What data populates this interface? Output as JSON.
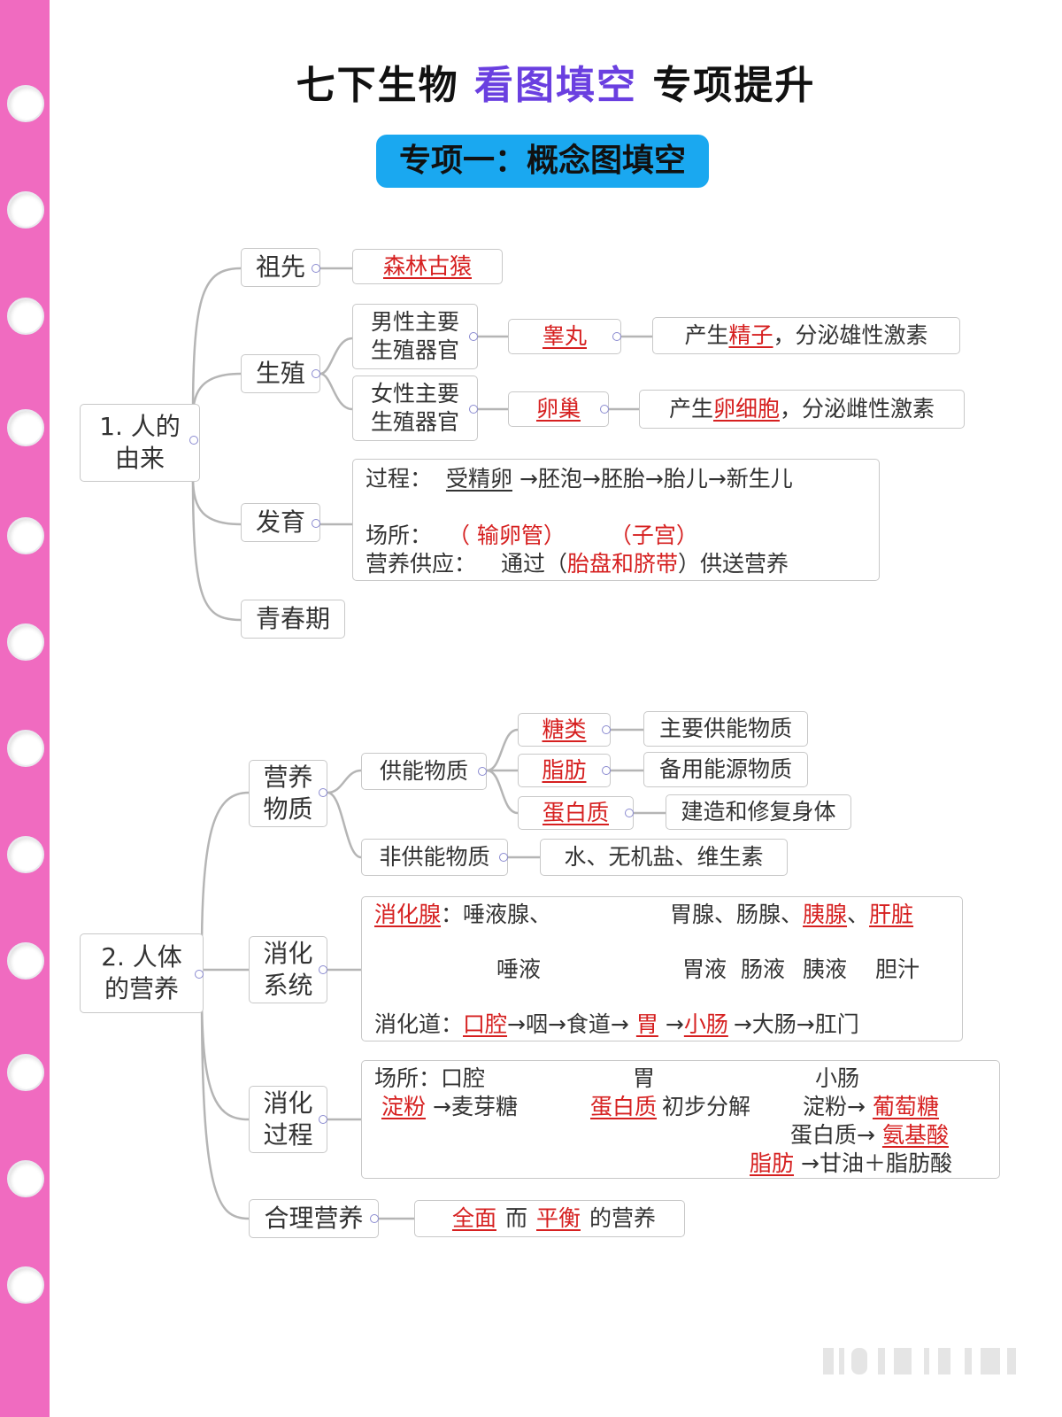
{
  "title": {
    "part1": "七下生物",
    "part2": "看图填空",
    "part3": "专项提升"
  },
  "banner": "专项一：概念图填空",
  "s1": {
    "root": "1. 人的\n由来",
    "ancestor": {
      "label": "祖先",
      "answer": "森林古猿"
    },
    "repro": {
      "label": "生殖",
      "male": {
        "label": "男性主要\n生殖器官",
        "answer": "睾丸",
        "desc_a": "产生",
        "desc_ans": "精子",
        "desc_b": "，分泌雄性激素"
      },
      "female": {
        "label": "女性主要\n生殖器官",
        "answer": "卵巢",
        "desc_a": "产生",
        "desc_ans": "卵细胞",
        "desc_b": "，分泌雌性激素"
      }
    },
    "dev": {
      "label": "发育",
      "process_label": "过程：",
      "process_ans": "受精卵",
      "process_rest": "→胚泡→胚胎→胎儿→新生儿",
      "place_label": "场所：",
      "place1": "（ 输卵管）",
      "place2": "（子宫）",
      "nutri_label": "营养供应：",
      "nutri_a": "通过（",
      "nutri_ans": "胎盘和脐带",
      "nutri_b": "）供送营养"
    },
    "youth": "青春期"
  },
  "s2": {
    "root": "2. 人体\n的营养",
    "nutrients": {
      "label": "营养\n物质",
      "energy": "供能物质",
      "nonenergy": "非供能物质",
      "nonenergy_desc": "水、无机盐、维生素",
      "items": [
        {
          "answer": "糖类",
          "desc": "主要供能物质"
        },
        {
          "answer": "脂肪",
          "desc": "备用能源物质"
        },
        {
          "answer": "蛋白质",
          "desc": "建造和修复身体"
        }
      ]
    },
    "digest_sys": {
      "label": "消化\n系统",
      "gland_ans": "消化腺",
      "gland_colon": "：唾液腺、",
      "gland_right": "胃腺、肠腺、",
      "pancreas": "胰腺",
      "sep": "、",
      "liver": "肝脏",
      "saliva": "唾液",
      "juices": [
        "胃液",
        "肠液",
        "胰液",
        "胆汁"
      ],
      "tract_label": "消化道：",
      "mouth": "口腔",
      "tract_mid": "→咽→食道→",
      "stomach": "胃",
      "arrow": "→",
      "intestine": "小肠",
      "tract_end": "→大肠→肛门"
    },
    "digest_proc": {
      "label": "消化\n过程",
      "place_label": "场所：口腔",
      "place_stomach": "胃",
      "place_small": "小肠",
      "starch_ans": "淀粉",
      "maltose": "→麦芽糖",
      "protein_ans": "蛋白质",
      "initial": "初步分解",
      "starch2": "淀粉→",
      "glucose": "葡萄糖",
      "protein2": "蛋白质→",
      "amino": "氨基酸",
      "fat_ans": "脂肪",
      "fat_rest": "→甘油＋脂肪酸"
    },
    "balanced": {
      "label": "合理营养",
      "ans1": "全面",
      "mid": "而",
      "ans2": "平衡",
      "end": "的营养"
    }
  }
}
